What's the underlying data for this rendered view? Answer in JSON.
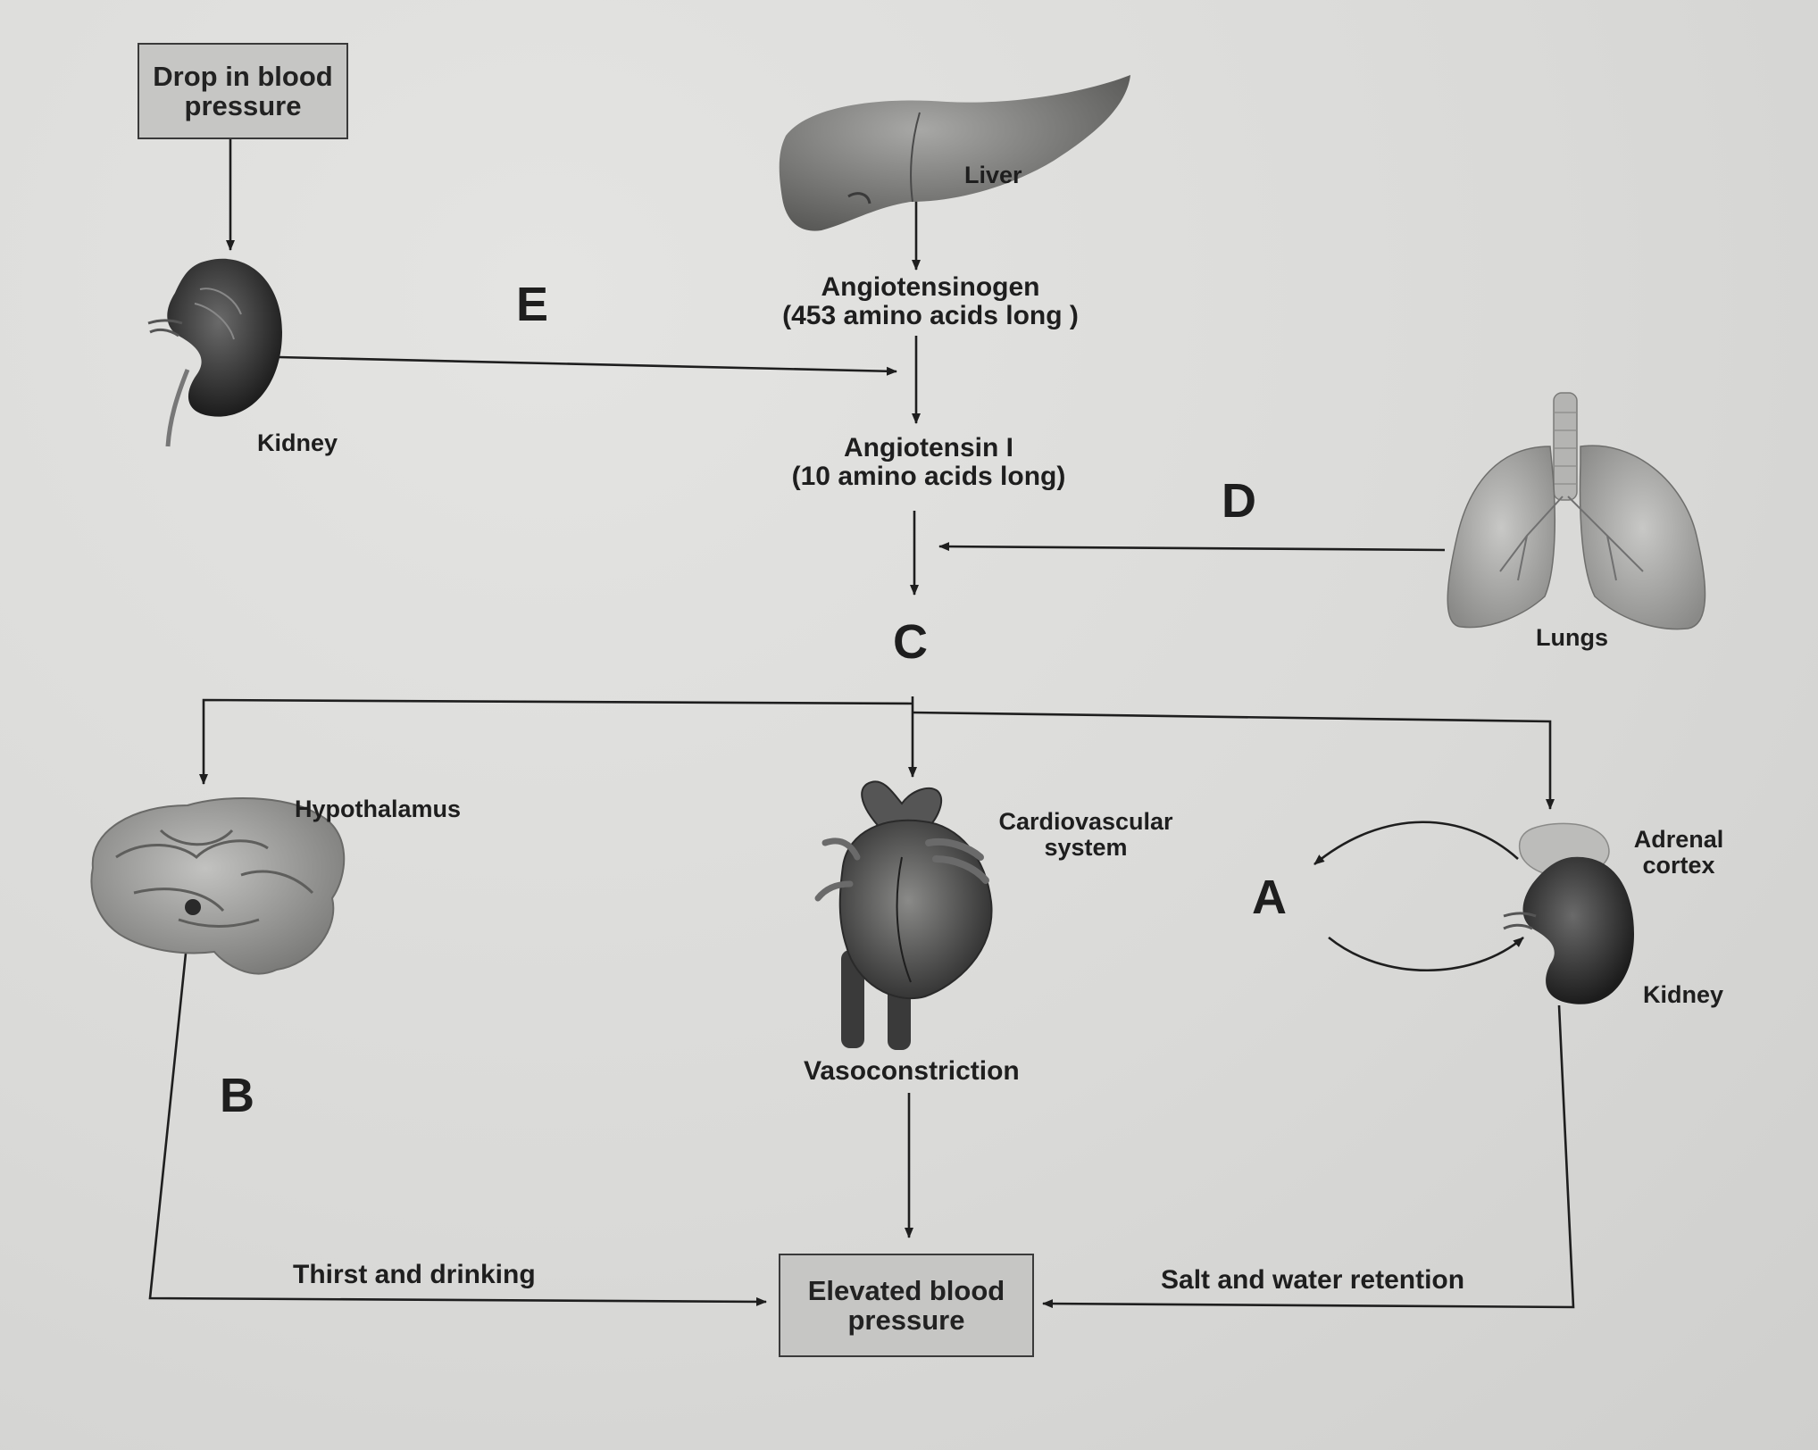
{
  "boxes": {
    "start": "Drop in blood\npressure",
    "end": "Elevated blood\npressure"
  },
  "labels": {
    "kidney_top": "Kidney",
    "liver": "Liver",
    "angiotensinogen": "Angiotensinogen\n(453 amino acids long )",
    "angiotensin_i": "Angiotensin I\n(10 amino acids long)",
    "lungs": "Lungs",
    "hypothalamus": "Hypothalamus",
    "cardiovascular": "Cardiovascular\nsystem",
    "adrenal_cortex": "Adrenal\ncortex",
    "kidney_bottom": "Kidney",
    "vasoconstriction": "Vasoconstriction",
    "thirst": "Thirst  and drinking",
    "salt_water": "Salt and water retention"
  },
  "letters": {
    "a": "A",
    "b": "B",
    "c": "C",
    "d": "D",
    "e": "E"
  }
}
